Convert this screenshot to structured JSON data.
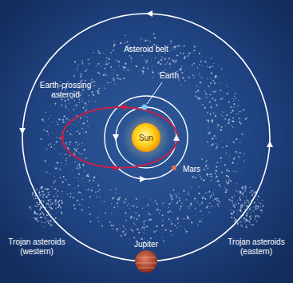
{
  "diagram": {
    "nodes": [
      {
        "text": [
          "Sun"
        ]
      },
      {
        "text": [
          "Jupiter"
        ]
      }
    ],
    "labels": [
      "Asteroid belt",
      "Earth-crossing asteroid",
      "Earth",
      "Mars",
      "Trojan asteroids (western)",
      "Trojan asteroids (eastern)"
    ]
  }
}
